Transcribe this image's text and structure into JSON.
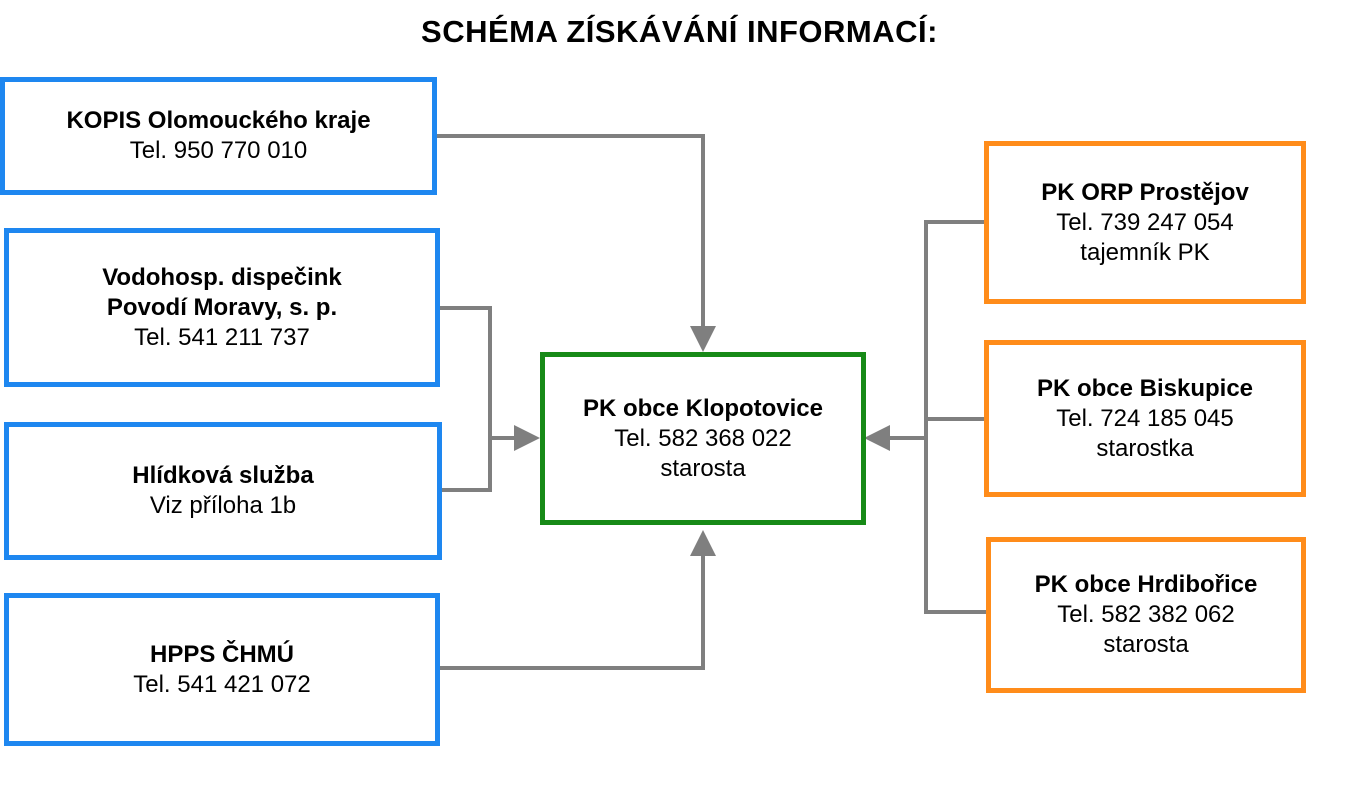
{
  "title": "SCHÉMA ZÍSKÁVÁNÍ INFORMACÍ:",
  "center": {
    "name": "PK obce Klopotovice",
    "tel": "Tel. 582 368 022",
    "role": "starosta"
  },
  "left": [
    {
      "name": "KOPIS Olomouckého kraje",
      "tel": "Tel.  950 770 010"
    },
    {
      "name1": "Vodohosp. dispečink",
      "name2": "Povodí Moravy, s. p.",
      "tel": "Tel. 541 211 737"
    },
    {
      "name": "Hlídková služba",
      "tel": "Viz příloha 1b"
    },
    {
      "name": "HPPS ČHMÚ",
      "tel": "Tel. 541 421 072"
    }
  ],
  "right": [
    {
      "name": "PK ORP Prostějov",
      "tel": "Tel. 739 247 054",
      "role": "tajemník PK"
    },
    {
      "name": "PK obce Biskupice",
      "tel": "Tel. 724 185 045",
      "role": "starostka"
    },
    {
      "name": "PK obce Hrdibořice",
      "tel": "Tel. 582 382 062",
      "role": "starosta"
    }
  ],
  "colors": {
    "source_border": "#1e87f0",
    "target_border": "#178a17",
    "peer_border": "#ff8c1a",
    "connector": "#7f7f7f"
  }
}
